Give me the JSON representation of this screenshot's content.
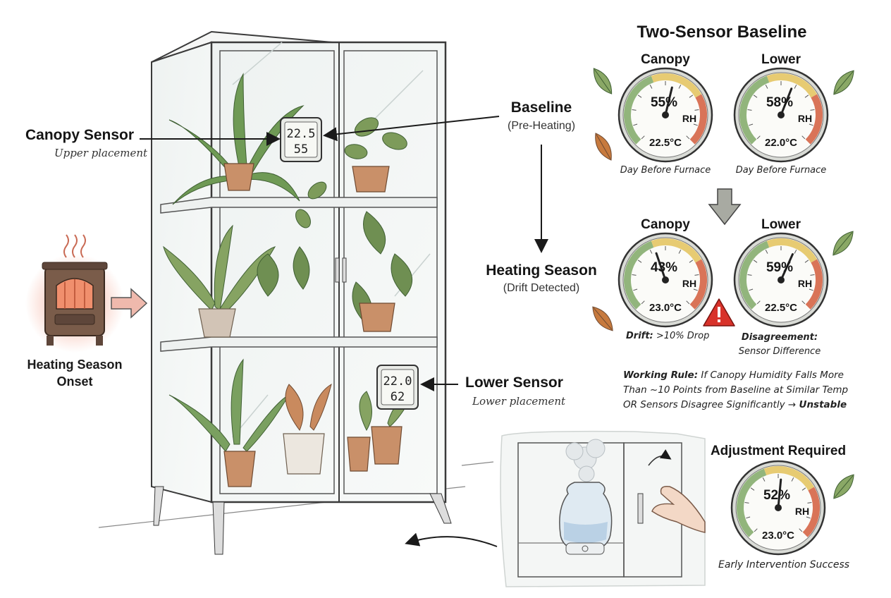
{
  "title": "Two-Sensor Baseline",
  "labels": {
    "canopy_sensor": "Canopy Sensor",
    "canopy_sensor_sub": "Upper placement",
    "lower_sensor": "Lower Sensor",
    "lower_sensor_sub": "Lower placement",
    "heating_onset_line1": "Heating Season",
    "heating_onset_line2": "Onset",
    "baseline": "Baseline",
    "baseline_sub": "(Pre-Heating)",
    "heating_season": "Heating Season",
    "heating_season_sub": "(Drift Detected)"
  },
  "displays": {
    "canopy": {
      "temp": "22.5",
      "rh": "55"
    },
    "lower": {
      "temp": "22.0",
      "rh": "62"
    }
  },
  "gauges": {
    "baseline_canopy": {
      "heading": "Canopy",
      "rh": "55%",
      "unit": "RH",
      "temp": "22.5°C",
      "level": 55,
      "caption": "Day Before Furnace"
    },
    "baseline_lower": {
      "heading": "Lower",
      "rh": "58%",
      "unit": "RH",
      "temp": "22.0°C",
      "level": 58,
      "caption": "Day Before Furnace"
    },
    "heating_canopy": {
      "heading": "Canopy",
      "rh": "43%",
      "unit": "RH",
      "temp": "23.0°C",
      "level": 43
    },
    "heating_lower": {
      "heading": "Lower",
      "rh": "59%",
      "unit": "RH",
      "temp": "22.5°C",
      "level": 59
    },
    "adjusted": {
      "rh": "52%",
      "unit": "RH",
      "temp": "23.0°C",
      "level": 52
    }
  },
  "drift_note": {
    "bold": "Drift:",
    "text": ">10% Drop"
  },
  "disagreement_note": {
    "bold": "Disagreement:",
    "text": "Sensor Difference"
  },
  "working_rule": {
    "bold_lead": "Working Rule:",
    "line1": "If Canopy Humidity Falls More",
    "line2": "Than ~10 Points from Baseline at Similar Temp",
    "line3": "OR Sensors Disagree Significantly →",
    "bold_tail": "Unstable"
  },
  "adjustment": {
    "title": "Adjustment Required",
    "caption": "Early Intervention Success"
  },
  "colors": {
    "gauge_green": "#7fa866",
    "gauge_yellow": "#e3c25a",
    "gauge_red": "#d25c3c",
    "leaf_green": "#7d9b5a",
    "leaf_autumn": "#c77a3e",
    "heater_glow": "#f3a08a",
    "warning_red": "#d8322a"
  }
}
